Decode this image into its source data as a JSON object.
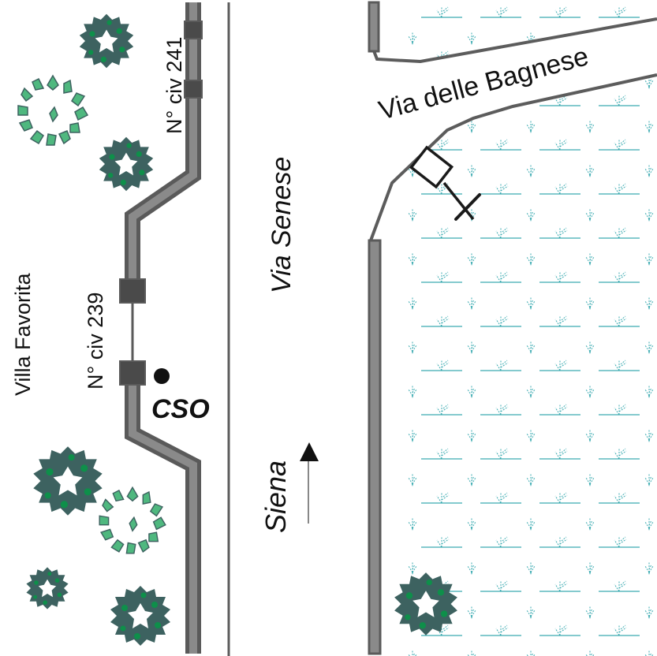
{
  "labels": {
    "civ_241": "N° civ 241",
    "civ_239": "N° civ 239",
    "villa": "Villa Favorita",
    "via_senese": "Via Senese",
    "via_bagnese": "Via delle Bagnese",
    "cso": "CSO",
    "siena": "Siena"
  },
  "colors": {
    "pipe_outer": "#5a5a5a",
    "pipe_inner": "#8a8a8a",
    "manhole": "#4a4a4a",
    "road_line": "#5c5c5c",
    "tree_dark": "#3d6260",
    "tree_dark_leaf": "#0e8f4a",
    "tree_light": "#4fb87f",
    "grass": "#3aaab0"
  },
  "icons": {
    "cso_marker": "filled-circle-icon",
    "direction": "north-arrow-icon",
    "valve": "gate-valve-icon",
    "tree": "tree-icon",
    "grass": "marsh-grass-icon"
  }
}
